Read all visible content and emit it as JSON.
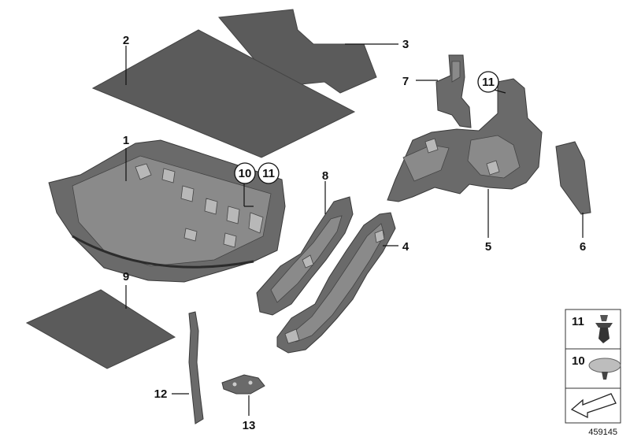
{
  "labels": {
    "l1": "1",
    "l2": "2",
    "l3": "3",
    "l4": "4",
    "l5": "5",
    "l6": "6",
    "l7": "7",
    "l8": "8",
    "l9": "9",
    "l10": "10",
    "l11a": "11",
    "l11b": "11",
    "l12": "12",
    "l13": "13"
  },
  "legend": {
    "item_11": "11",
    "item_10": "10"
  },
  "diagram_id": "459145"
}
